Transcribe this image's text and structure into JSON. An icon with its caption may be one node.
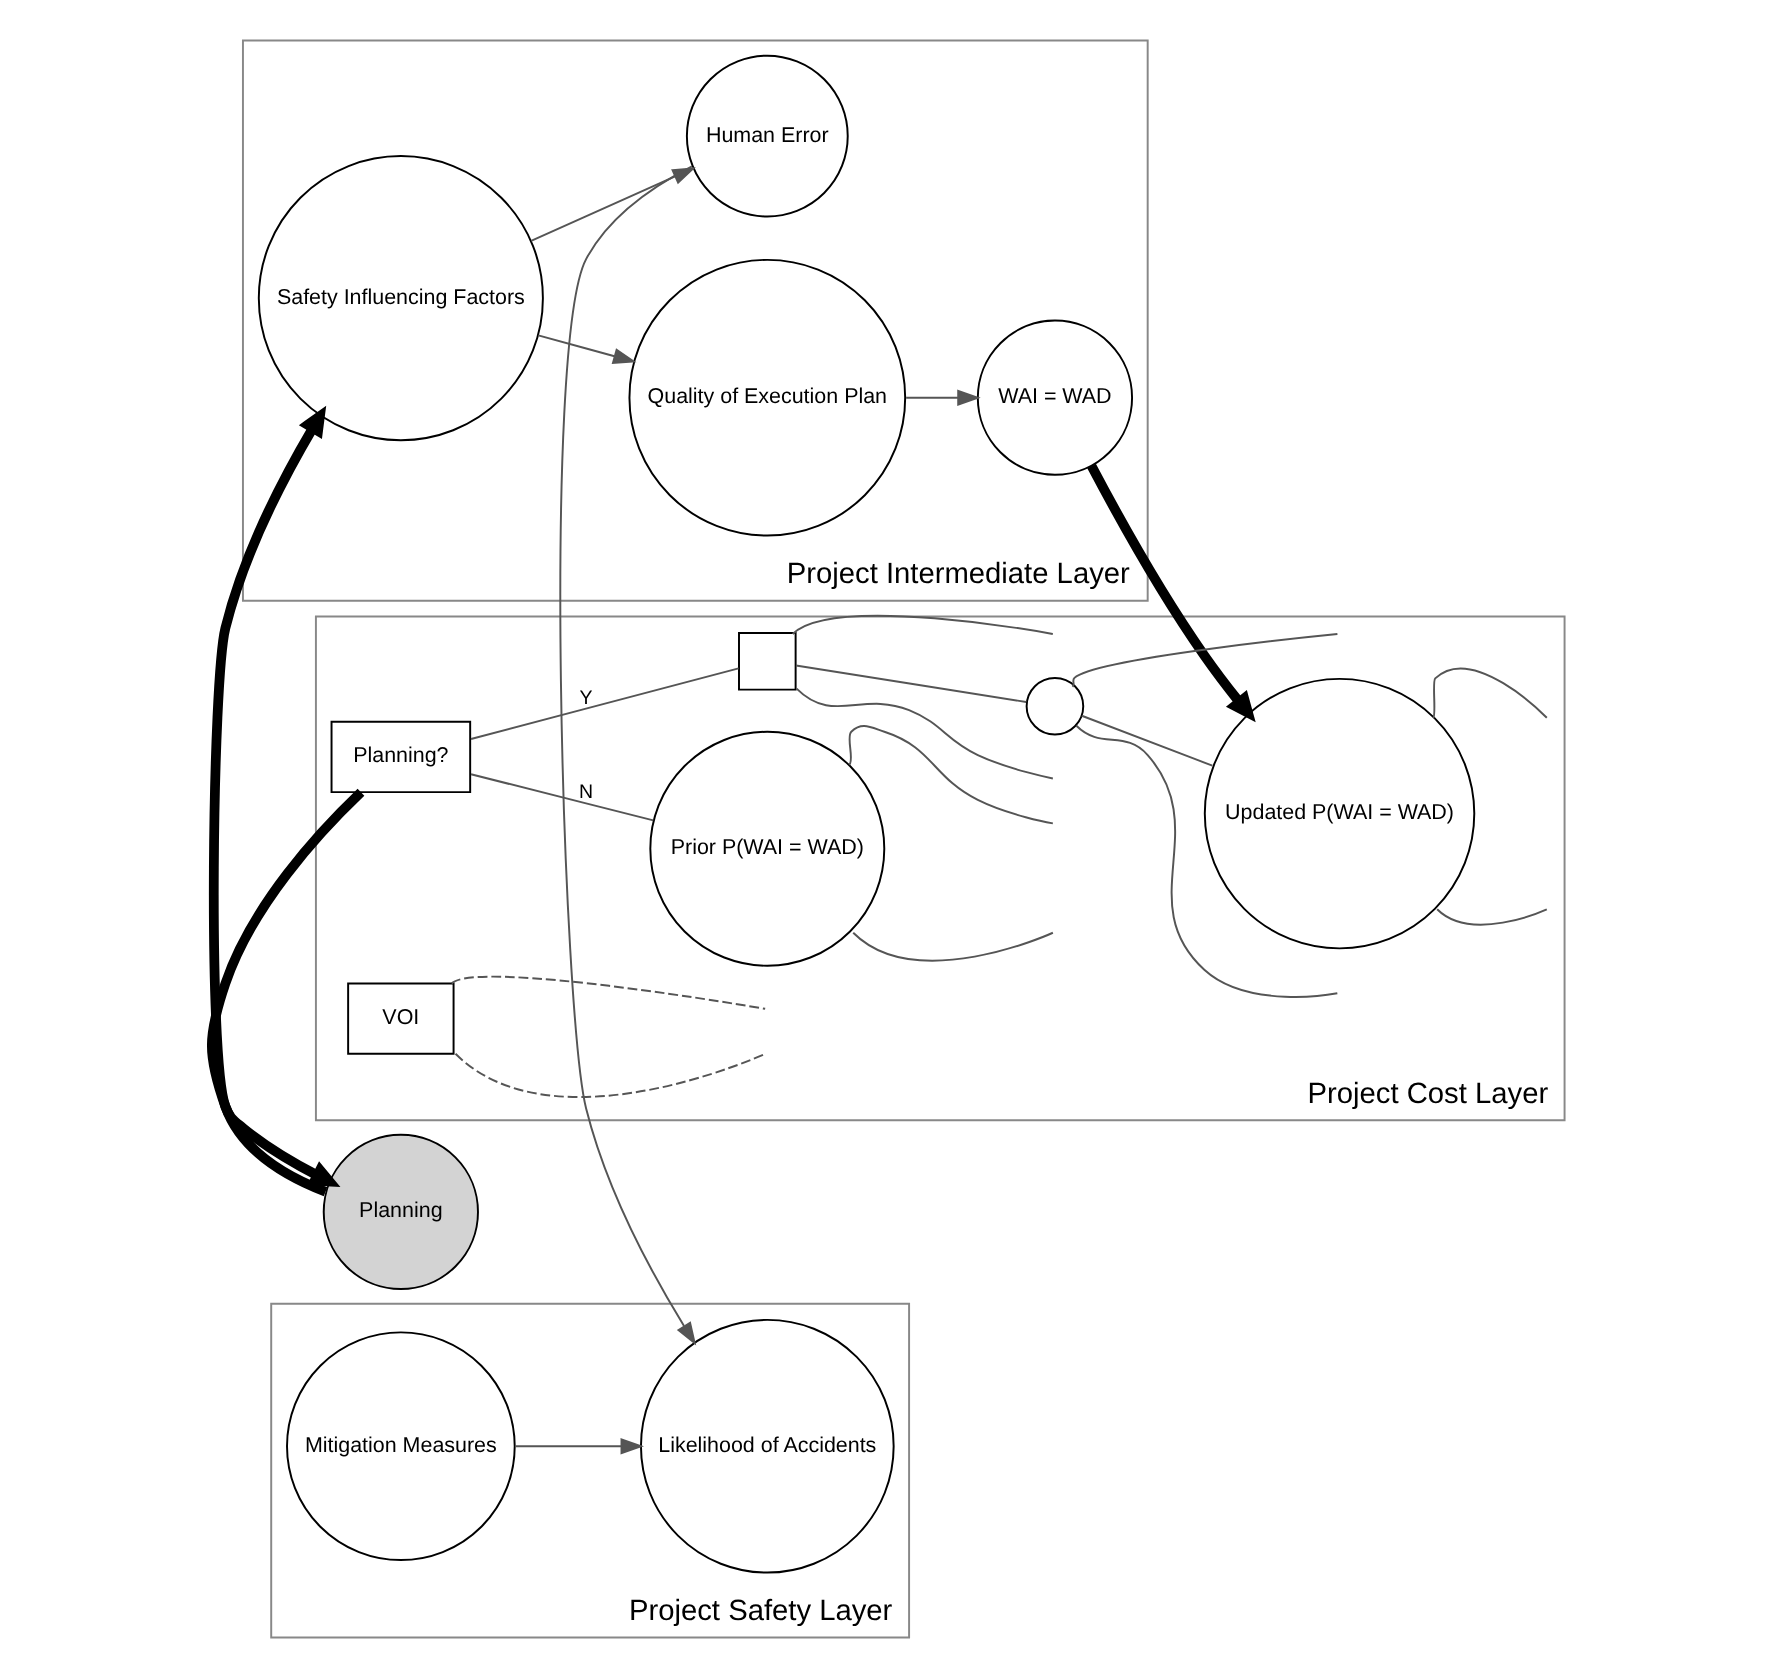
{
  "diagram": {
    "nodes": [
      {
        "text": [
          "Project Cost Layer"
        ]
      },
      {
        "text": [
          "Planning?"
        ],
        "in": 0
      },
      {
        "text": [
          "Prior P(WAI = WAD)"
        ],
        "in": 0
      },
      {
        "text": [],
        "shape": "box",
        "in": 0
      },
      {
        "text": [],
        "shape": "circle",
        "in": 0
      },
      {
        "text": [
          "Updated P(WAI = WAD)"
        ],
        "in": 0
      },
      {
        "text": [
          "VOI"
        ],
        "in": 0
      },
      {
        "text": [
          "Project Intermediate Layer"
        ]
      },
      {
        "text": [
          "Planning"
        ]
      },
      {
        "text": [
          "Safety Influencing Factors"
        ],
        "in": 7
      },
      {
        "text": [
          "Quality of Execution Plan"
        ],
        "in": 7
      },
      {
        "text": [
          "WAI = WAD"
        ],
        "in": 7
      },
      {
        "text": [
          "Human Error"
        ],
        "in": 7
      },
      {
        "text": [
          "Project Safety Layer"
        ]
      },
      {
        "text": [
          "Likelihood of Accidents"
        ],
        "in": 13
      },
      {
        "text": [
          "Mitigation Measures"
        ],
        "in": 13
      }
    ],
    "edges": [
      {
        "from": 1,
        "to": 2,
        "arrow": "none",
        "label": "N"
      },
      {
        "from": 1,
        "to": 3,
        "arrow": "none",
        "label": "Y"
      },
      {
        "from": 2,
        "to": null,
        "arrow": "none"
      },
      {
        "from": 2,
        "to": null,
        "arrow": "none"
      },
      {
        "from": 3,
        "to": 4,
        "arrow": "none"
      },
      {
        "from": 3,
        "to": null,
        "arrow": "none"
      },
      {
        "from": 3,
        "to": null,
        "arrow": "none"
      },
      {
        "from": 4,
        "to": 5,
        "arrow": "none"
      },
      {
        "from": 4,
        "to": null,
        "arrow": "none"
      },
      {
        "from": 4,
        "to": null,
        "arrow": "none"
      },
      {
        "from": 5,
        "to": null,
        "arrow": "none"
      },
      {
        "from": 5,
        "to": null,
        "arrow": "none"
      },
      {
        "from": 6,
        "to": null,
        "arrow": "none",
        "style": "dashed"
      },
      {
        "from": 6,
        "to": null,
        "arrow": "none",
        "style": "dashed"
      },
      {
        "from": 1,
        "to": 8,
        "arrow": "to",
        "style": "thick"
      },
      {
        "from": 8,
        "to": 9,
        "arrow": "to",
        "style": "thick"
      },
      {
        "from": 9,
        "to": 10,
        "arrow": "to"
      },
      {
        "from": 10,
        "to": 11,
        "arrow": "to"
      },
      {
        "from": 9,
        "to": 12,
        "arrow": "to"
      },
      {
        "from": 11,
        "to": 5,
        "arrow": "to",
        "style": "thick"
      },
      {
        "from": 12,
        "to": 14,
        "arrow": "to"
      },
      {
        "from": 15,
        "to": 14,
        "arrow": "to"
      }
    ]
  }
}
